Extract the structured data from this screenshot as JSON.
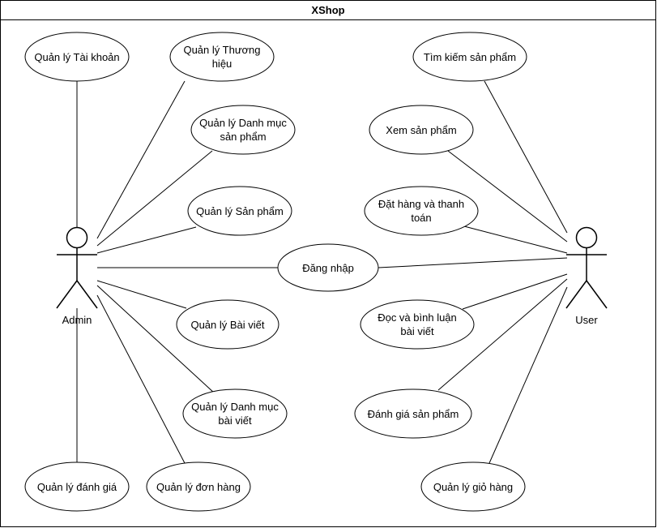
{
  "diagram": {
    "title": "XShop",
    "actors": {
      "admin": "Admin",
      "user": "User"
    },
    "use_cases": {
      "account": [
        "Quản lý Tài khoản"
      ],
      "brand": [
        "Quản lý Thương",
        "hiệu"
      ],
      "product_category": [
        "Quản lý Danh mục",
        "sản phẩm"
      ],
      "product": [
        "Quản lý Sản phẩm"
      ],
      "login": [
        "Đăng nhập"
      ],
      "post": [
        "Quản lý Bài viết"
      ],
      "post_category": [
        "Quản lý Danh mục",
        "bài viết"
      ],
      "review_mgmt": [
        "Quản lý đánh giá"
      ],
      "order_mgmt": [
        "Quản lý đơn hàng"
      ],
      "search_product": [
        "Tìm kiếm sản phẩm"
      ],
      "view_product": [
        "Xem sản phẩm"
      ],
      "order_pay": [
        "Đặt hàng và thanh",
        "toán"
      ],
      "read_comment": [
        "Đọc và bình luận",
        "bài viết"
      ],
      "rate_product": [
        "Đánh giá sản phẩm"
      ],
      "cart_mgmt": [
        "Quản lý giỏ hàng"
      ]
    },
    "colors": {
      "stroke": "#000000",
      "background": "#ffffff"
    }
  }
}
